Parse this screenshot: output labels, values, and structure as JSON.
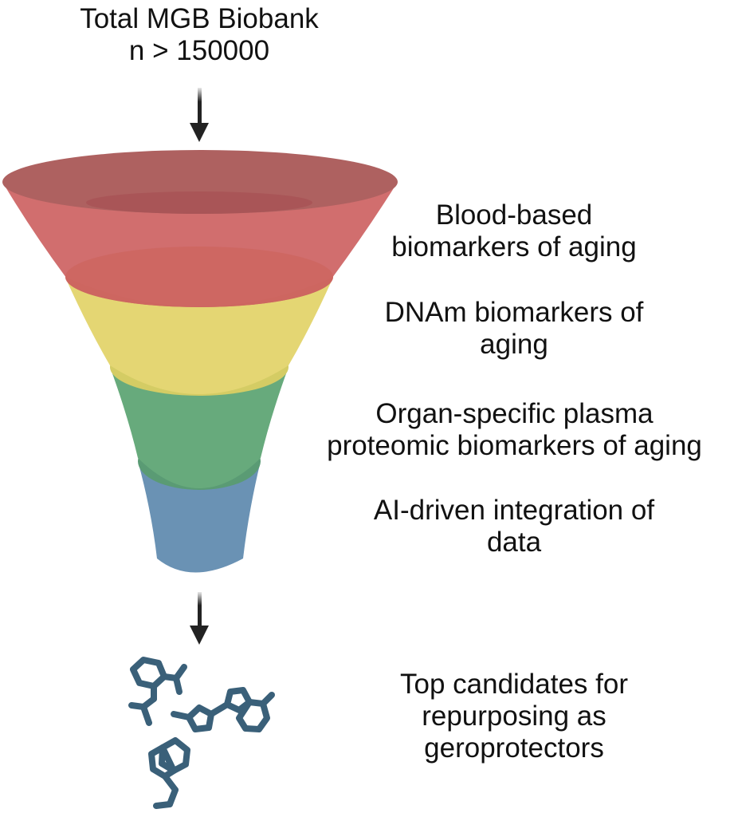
{
  "source": {
    "title_line1": "Total MGB Biobank",
    "title_line2": "n > 150000"
  },
  "funnel_stages": [
    {
      "label_line1": "Blood-based",
      "label_line2": "biomarkers of aging",
      "color": "#d16e6e"
    },
    {
      "label_line1": "DNAm biomarkers of",
      "label_line2": "aging",
      "color": "#e4d673"
    },
    {
      "label_line1": "Organ-specific plasma",
      "label_line2": "proteomic biomarkers of aging",
      "color": "#67aa7c"
    },
    {
      "label_line1": "AI-driven integration of",
      "label_line2": "data",
      "color": "#6a92b4"
    }
  ],
  "output": {
    "label_line1": "Top candidates for",
    "label_line2": "repurposing as",
    "label_line3": "geroprotectors",
    "molecule_color": "#3a6079",
    "molecule_icon": "molecule-structures-icon"
  },
  "colors": {
    "rim": "#ae6160",
    "rim_inner": "#a95557",
    "arrow": "#222222"
  }
}
